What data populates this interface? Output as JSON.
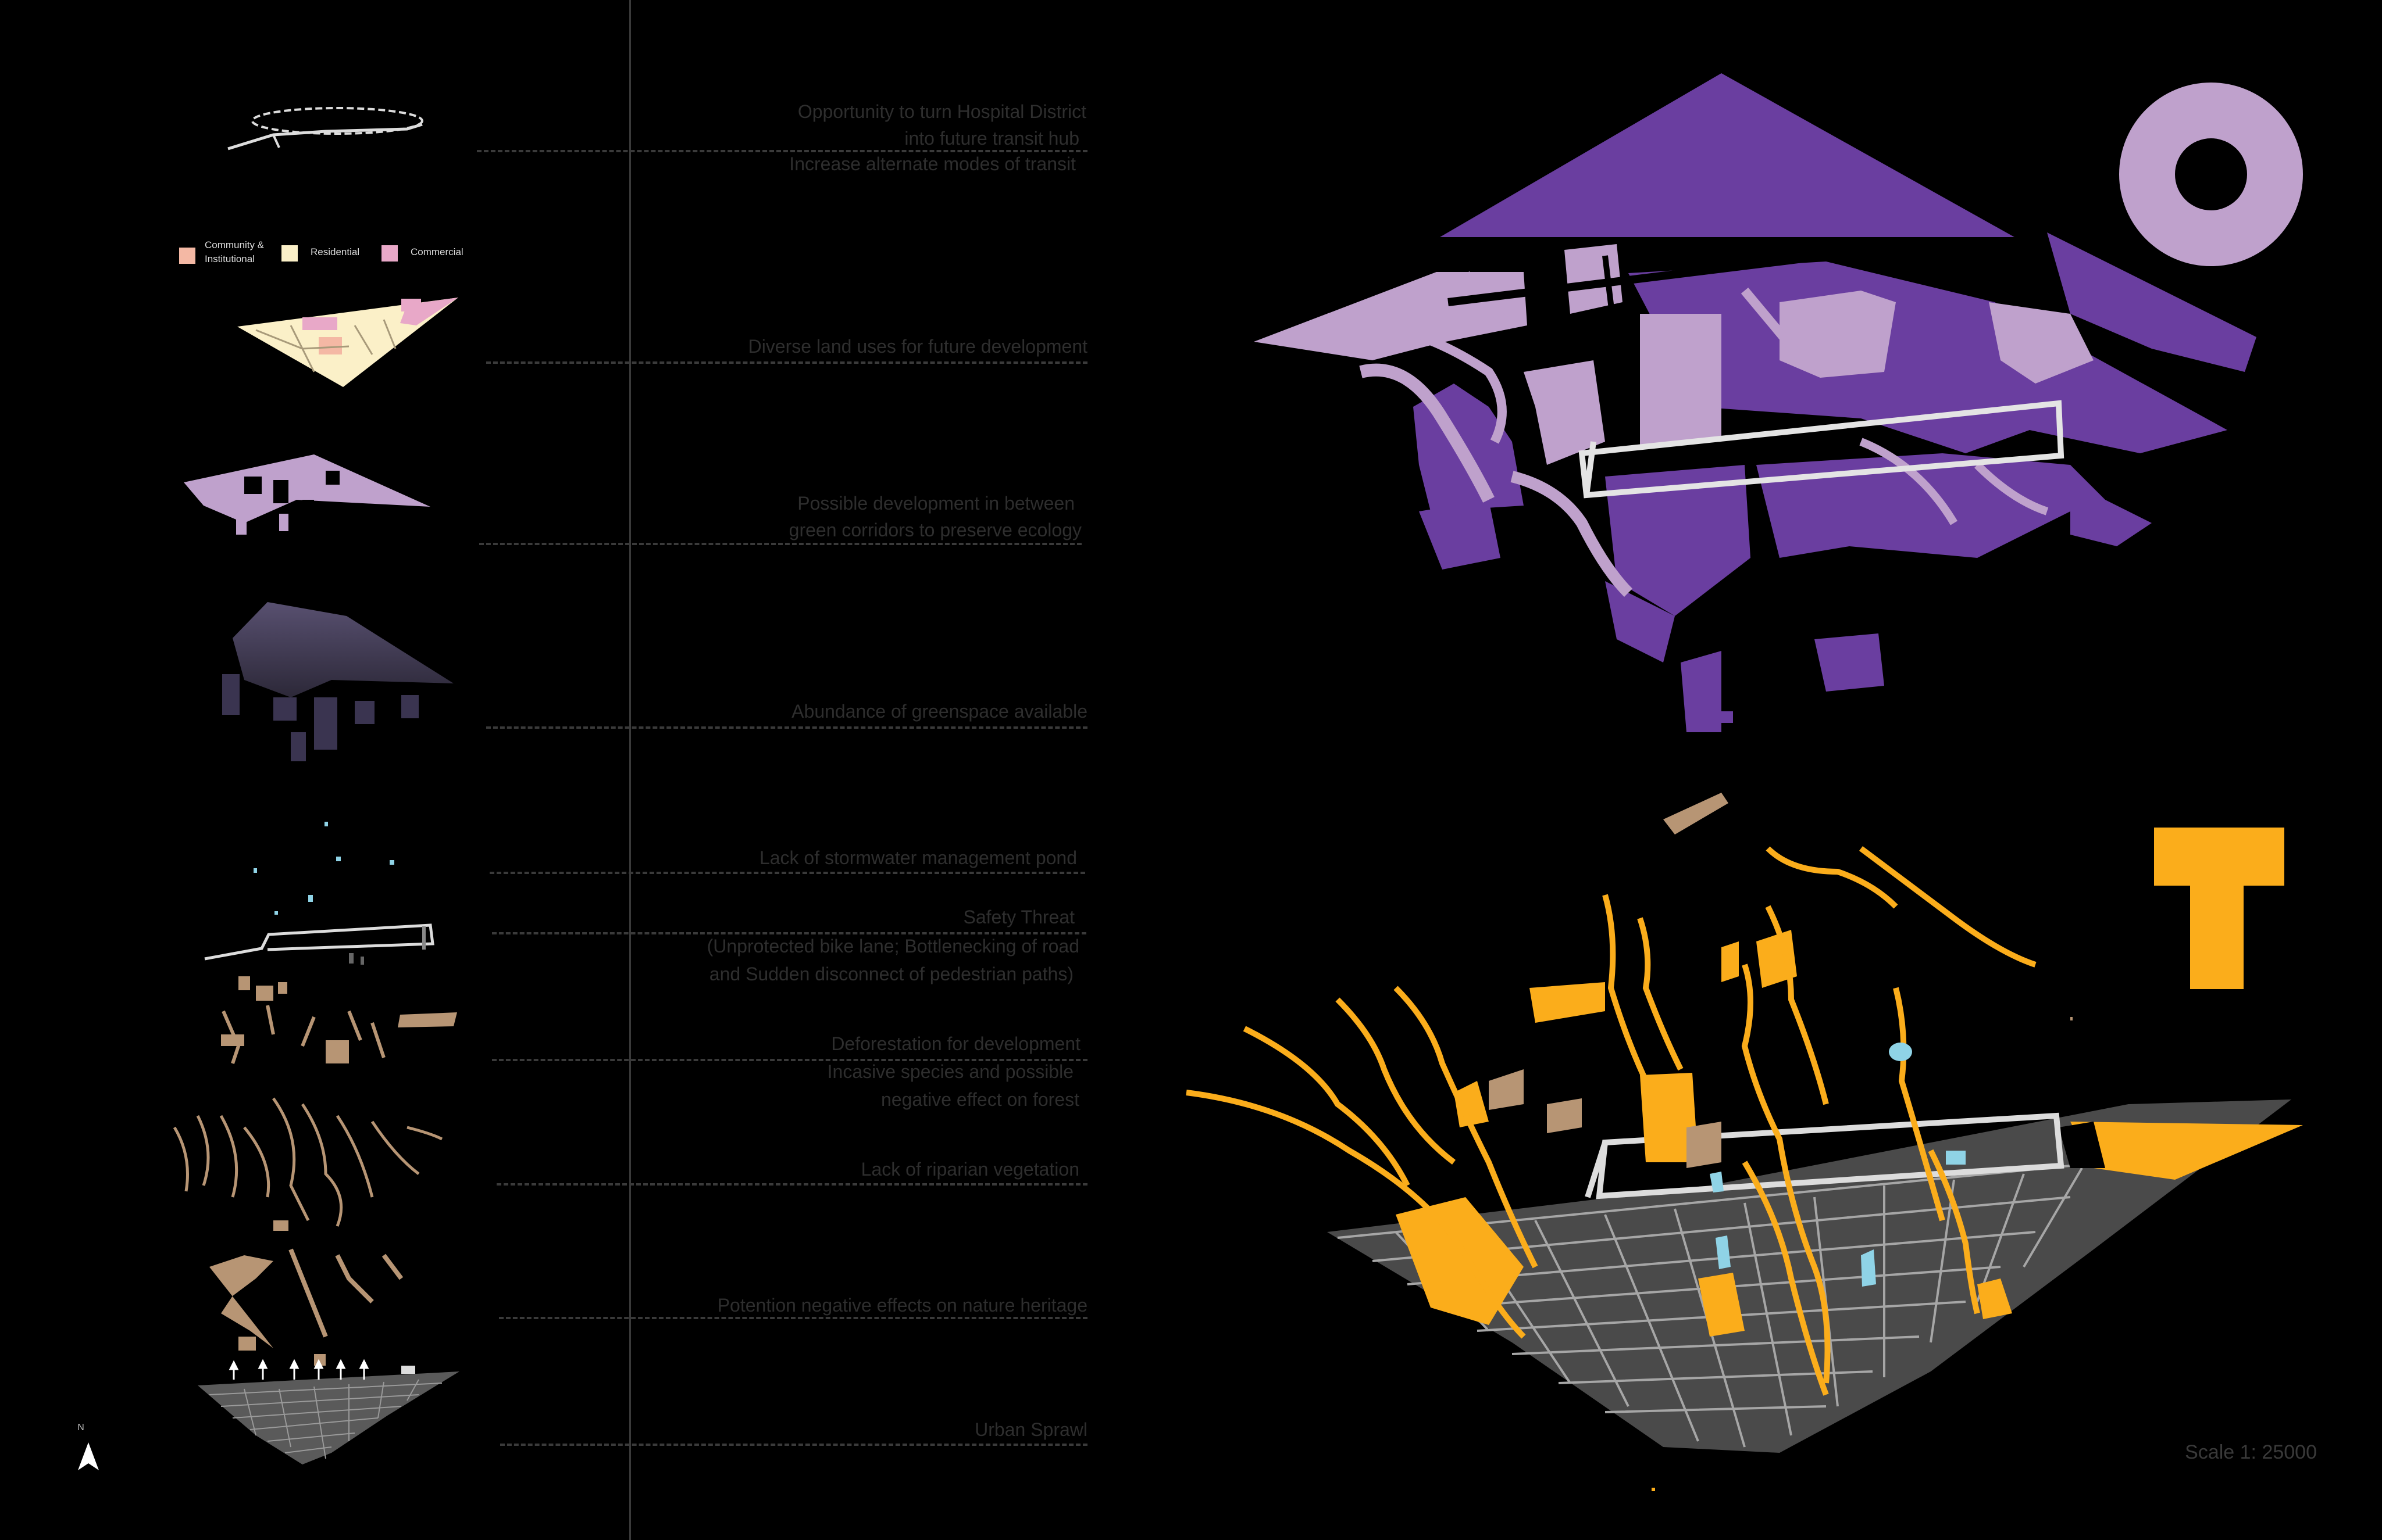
{
  "notes": [
    "Opportunity to turn Hospital District",
    "into future transit hub",
    "Increase alternate modes of transit",
    "Diverse land uses for future development",
    "Possible development in between",
    "green corridors to preserve ecology",
    "Abundance of greenspace available",
    "Lack of stormwater management pond",
    "Safety Threat",
    "(Unprotected bike lane; Bottlenecking of road",
    "and Sudden disconnect of pedestrian paths)",
    "Deforestation for development",
    "Incasive species and possible",
    "negative effect on forest",
    "Lack of riparian vegetation",
    "Potention negative effects on nature heritage",
    "Urban Sprawl"
  ],
  "legend": {
    "items": [
      {
        "label": "Community &",
        "label2": "Institutional",
        "color": "#f4b8a4"
      },
      {
        "label": "Residential",
        "label2": "",
        "color": "#fbf0c8"
      },
      {
        "label": "Commercial",
        "label2": "",
        "color": "#e8a8c8"
      }
    ]
  },
  "big_letters": {
    "top": "O",
    "bottom": "T"
  },
  "north_label": "N",
  "scale_text": "Scale 1: 25000",
  "colors": {
    "purple_dark": "#6a3ea0",
    "purple_light": "#bfa1cc",
    "orange": "#fbad1b",
    "tan": "#b79574",
    "water": "#8fd3e6",
    "gray_grid": "#9a9a9a",
    "road": "#dddddd"
  }
}
